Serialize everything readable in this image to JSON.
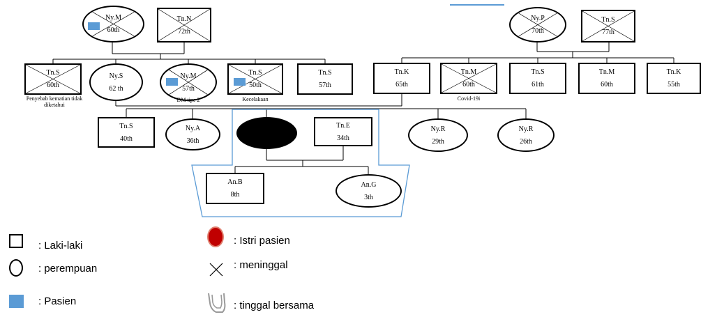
{
  "grandparents_father_side": [
    {
      "id": "gp-m1",
      "name": "Ny.M",
      "age": "60th"
    },
    {
      "id": "gp-n",
      "name": "Tn.N",
      "age": "72th"
    }
  ],
  "grandparents_mother_side": [
    {
      "id": "gp-p",
      "name": "Ny.P",
      "age": "70th"
    },
    {
      "id": "gp-s2",
      "name": "Tn.S",
      "age": "77th"
    }
  ],
  "parents_generation": [
    {
      "id": "p-s1",
      "name": "Tn.S",
      "age": "60th",
      "note": "Penyebab kematian tidak diketahui"
    },
    {
      "id": "p-nys",
      "name": "Ny.S",
      "age": "62 th"
    },
    {
      "id": "p-nym",
      "name": "Ny.M",
      "age": "57th",
      "note": "DM tipe 2"
    },
    {
      "id": "p-s3",
      "name": "Tn.S",
      "age": "50th",
      "note": "Kecelakaan"
    },
    {
      "id": "p-s4",
      "name": "Tn.S",
      "age": "57th"
    },
    {
      "id": "p-k1",
      "name": "Tn.K",
      "age": "65th"
    },
    {
      "id": "p-m2",
      "name": "Tn.M",
      "age": "60th",
      "note": "Covid-19i"
    },
    {
      "id": "p-s5",
      "name": "Tn.S",
      "age": "61th"
    },
    {
      "id": "p-m3",
      "name": "Tn.M",
      "age": "60th"
    },
    {
      "id": "p-k2",
      "name": "Tn.K",
      "age": "55th"
    }
  ],
  "siblings_generation": [
    {
      "id": "s-s",
      "name": "Tn.S",
      "age": "40th"
    },
    {
      "id": "s-a",
      "name": "Ny.A",
      "age": "36th"
    },
    {
      "id": "s-e",
      "name": "Tn.E",
      "age": "34th"
    },
    {
      "id": "s-r1",
      "name": "Ny.R",
      "age": "29th"
    },
    {
      "id": "s-r2",
      "name": "Ny.R",
      "age": "26th"
    }
  ],
  "children": [
    {
      "id": "c-b",
      "name": "An.B",
      "age": "8th"
    },
    {
      "id": "c-g",
      "name": "An.G",
      "age": "3th"
    }
  ],
  "legend": {
    "male": ": Laki-laki",
    "female": ": perempuan",
    "patient": ": Pasien",
    "wife": ": Istri pasien",
    "deceased": ": meninggal",
    "living_together": ": tinggal bersama"
  },
  "colors": {
    "patient_marker": "#5b9bd5",
    "household_outline": "#5b9bd5",
    "wife_fill": "#c00000",
    "wife_symbol_fill": "#000000"
  }
}
